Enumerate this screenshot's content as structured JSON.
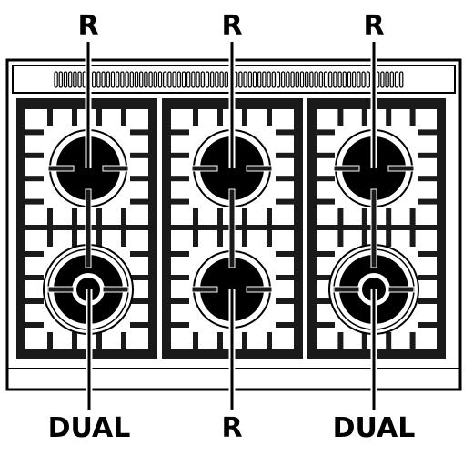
{
  "labels": {
    "top_left": "R",
    "top_center": "R",
    "top_right": "R",
    "bottom_left": "DUAL",
    "bottom_center": "R",
    "bottom_right": "DUAL"
  },
  "colors": {
    "ink": "#000000",
    "paper": "#ffffff",
    "grate": "#1a1a1a"
  },
  "burners": [
    {
      "id": "back-left",
      "type": "R"
    },
    {
      "id": "back-center",
      "type": "R"
    },
    {
      "id": "back-right",
      "type": "R"
    },
    {
      "id": "front-left",
      "type": "DUAL"
    },
    {
      "id": "front-center",
      "type": "R"
    },
    {
      "id": "front-right",
      "type": "DUAL"
    }
  ]
}
